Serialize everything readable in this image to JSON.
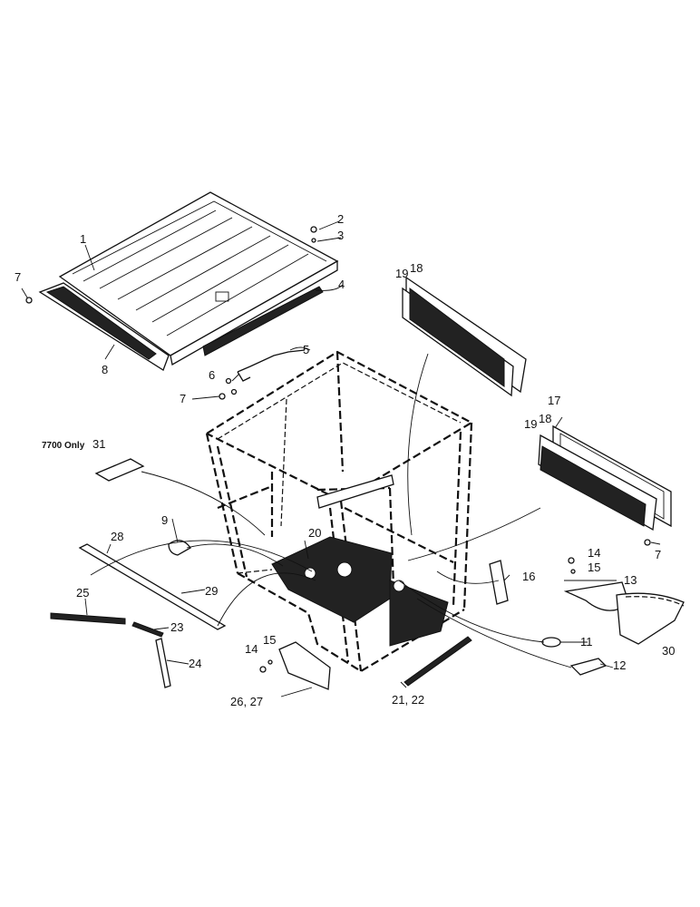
{
  "diagram": {
    "labels": {
      "p1": "1",
      "p2": "2",
      "p3": "3",
      "p4": "4",
      "p5": "5",
      "p6": "6",
      "p7a": "7",
      "p7b": "7",
      "p7c": "7",
      "p8": "8",
      "p9": "9",
      "p11": "11",
      "p12": "12",
      "p13": "13",
      "p14a": "14",
      "p14b": "14",
      "p15a": "15",
      "p15b": "15",
      "p16": "16",
      "p17": "17",
      "p18a": "18",
      "p18b": "18",
      "p19a": "19",
      "p19b": "19",
      "p20": "20",
      "p21_22": "21, 22",
      "p23": "23",
      "p24": "24",
      "p25": "25",
      "p26_27": "26, 27",
      "p28": "28",
      "p29": "29",
      "p30": "30",
      "p31_note": "7700 Only",
      "p31": "31"
    }
  }
}
